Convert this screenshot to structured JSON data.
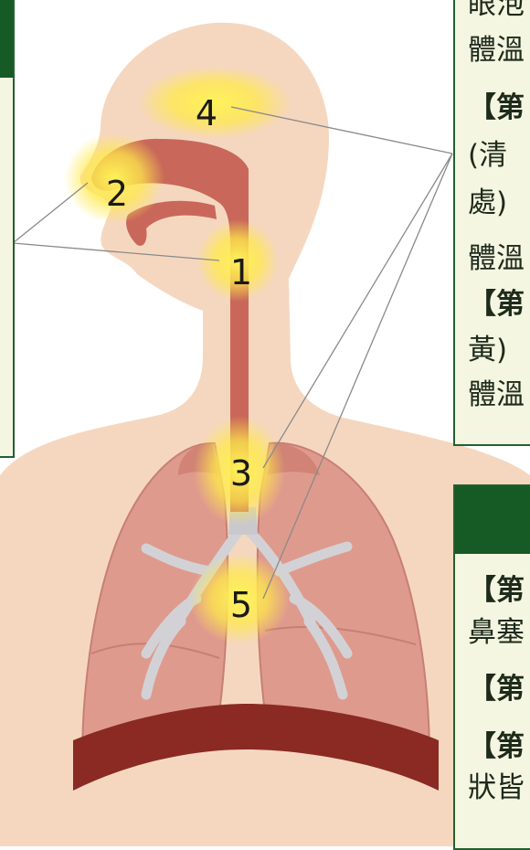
{
  "markers": [
    {
      "num": "1"
    },
    {
      "num": "2"
    },
    {
      "num": "3"
    },
    {
      "num": "4"
    },
    {
      "num": "5"
    }
  ],
  "right_panel_top": {
    "lines": [
      "眼泡",
      "體溫",
      "【第",
      "(清",
      "處)",
      "體溫",
      "【第",
      "黃)",
      "體溫"
    ]
  },
  "right_panel_bottom": {
    "lines": [
      "【第",
      "鼻塞",
      "【第",
      "【第",
      "狀皆"
    ]
  },
  "colors": {
    "skin": "#f5d7c0",
    "airway": "#c9685a",
    "lung": "#df9a8e",
    "highlight": "#ffe94a",
    "diaphragm": "#8a2a22",
    "panel_border": "#24602f",
    "panel_header": "#165a26",
    "panel_bg": "#f4f6e2"
  }
}
